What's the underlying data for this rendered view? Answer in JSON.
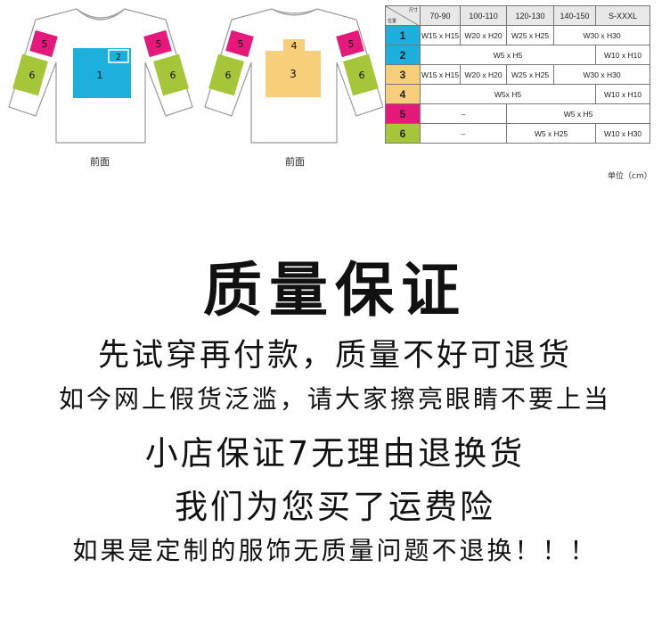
{
  "colors": {
    "pos1": "#1eb0dc",
    "pos2": "#1eb0dc",
    "pos3": "#f7cf7b",
    "pos4": "#f7cf7b",
    "pos5": "#e5197a",
    "pos6": "#a6c63a"
  },
  "shirts": {
    "front_caption": "前面",
    "back_caption": "前面",
    "labels": [
      "1",
      "2",
      "3",
      "4",
      "5",
      "6"
    ]
  },
  "size_table": {
    "corner_top": "尺寸",
    "corner_bottom": "位置",
    "headers": [
      "70-90",
      "100-110",
      "120-130",
      "140-150",
      "S-XXXL"
    ],
    "rows": [
      {
        "pos": "1",
        "cells": [
          "W15 x H15",
          "W20 x H20",
          "W25 x H25",
          "W30 x H30"
        ]
      },
      {
        "pos": "2",
        "cells": [
          "W5 x H5",
          "W10 x H10"
        ]
      },
      {
        "pos": "3",
        "cells": [
          "W15 x H15",
          "W20 x H20",
          "W25 x H25",
          "W30 x H30"
        ]
      },
      {
        "pos": "4",
        "cells": [
          "W5x H5",
          "W10 x H10"
        ]
      },
      {
        "pos": "5",
        "cells": [
          "–",
          "W5 x H5"
        ]
      },
      {
        "pos": "6",
        "cells": [
          "–",
          "W5 x H25",
          "W10 x H30"
        ]
      }
    ],
    "unit": "单位（cm）"
  },
  "text": {
    "title": "质量保证",
    "line1": "先试穿再付款，质量不好可退货",
    "line2": "如今网上假货泛滥，请大家擦亮眼睛不要上当",
    "line3": "小店保证7无理由退换货",
    "line4": "我们为您买了运费险",
    "line5": "如果是定制的服饰无质量问题不退换！！！"
  }
}
